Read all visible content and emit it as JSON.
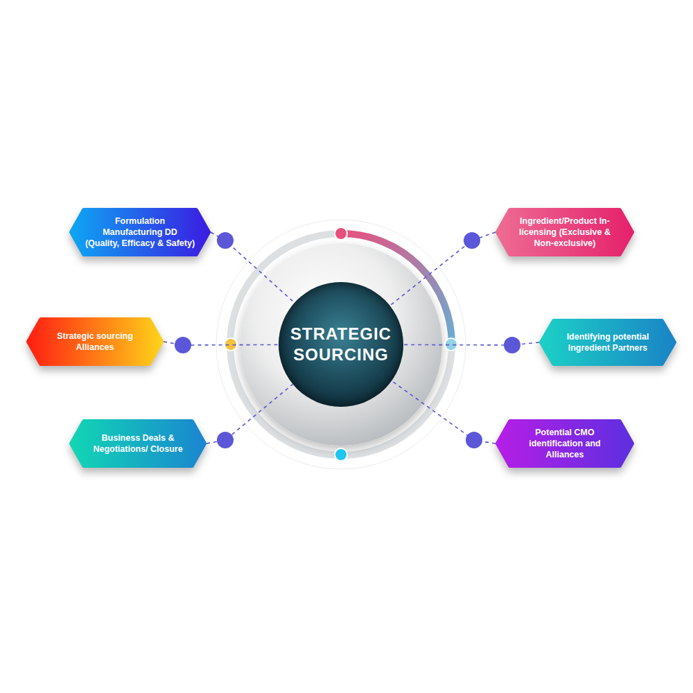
{
  "diagram": {
    "nodes": [
      {
        "text": [
          "Formulation Manufacturing DD (Quality, Efficacy & Safety)"
        ]
      },
      {
        "text": [
          "Ingredient/Product In-licensing (Exclusive & Non-exclusive)"
        ]
      },
      {
        "text": [
          "Strategic sourcing Alliances"
        ]
      },
      {
        "text": [
          "STRATEGIC SOURCING"
        ]
      },
      {
        "text": [
          "Identifying potential Ingredient Partners"
        ]
      },
      {
        "text": [
          "Business Deals & Negotiations/ Closure"
        ]
      },
      {
        "text": [
          "Potential CMO identification and Alliances"
        ]
      }
    ],
    "edges": [
      {
        "from": 0,
        "to": 3,
        "arrow": "none"
      },
      {
        "from": 1,
        "to": 3,
        "arrow": "none"
      },
      {
        "from": 2,
        "to": 3,
        "arrow": "none"
      },
      {
        "from": 4,
        "to": 3,
        "arrow": "none"
      },
      {
        "from": 5,
        "to": 3,
        "arrow": "none"
      },
      {
        "from": 6,
        "to": 3,
        "arrow": "none"
      }
    ]
  }
}
